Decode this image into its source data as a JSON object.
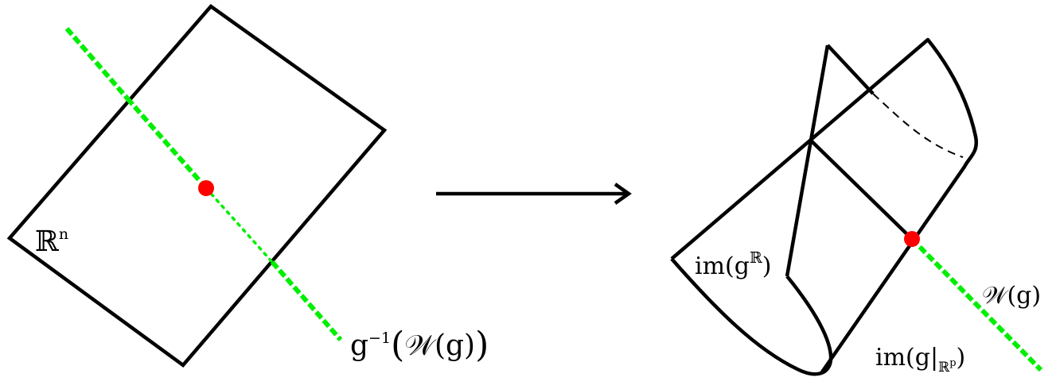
{
  "diagram": {
    "left": {
      "space_label": {
        "base": "ℝ",
        "sup": "n"
      },
      "preimage_label": {
        "prefix": "g",
        "sup": "−1",
        "open": "(",
        "inner": "𝒲(g)",
        "close": ")"
      }
    },
    "right": {
      "image_label": {
        "prefix": "im(g",
        "sup": "ℝ",
        "suffix": ")"
      },
      "restricted_label": {
        "prefix": "im(g|",
        "sub": "ℝ",
        "subsup": "p",
        "suffix": ")"
      },
      "set_label": "𝒲(g)"
    },
    "colors": {
      "line": "#000000",
      "dotted_set": "#00ee00",
      "point": "#ff0000",
      "background": "#ffffff"
    },
    "icons": [
      "map-arrow-icon"
    ]
  }
}
